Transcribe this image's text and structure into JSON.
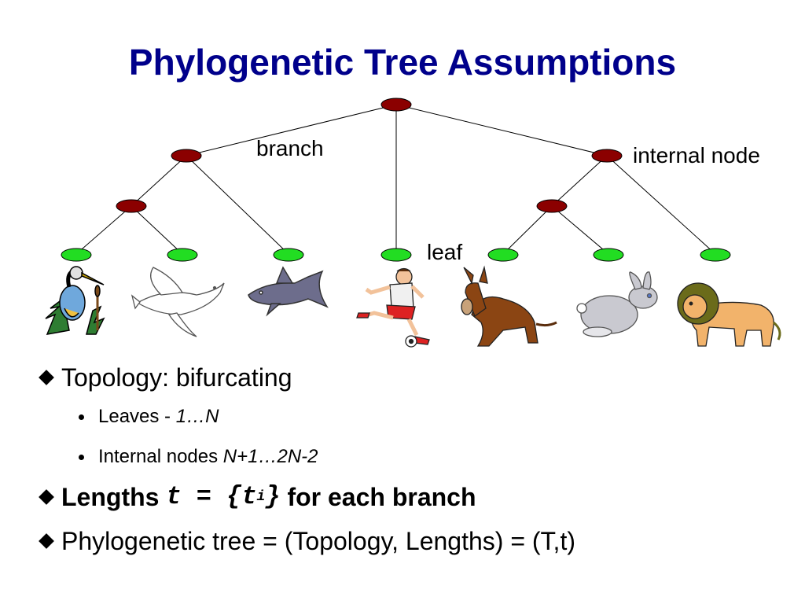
{
  "slide": {
    "title": "Phylogenetic Tree Assumptions"
  },
  "diagram": {
    "labels": {
      "branch": "branch",
      "internal_node": "internal node",
      "leaf": "leaf"
    },
    "colors": {
      "internal_node": "#8b0000",
      "leaf": "#22dd22",
      "title": "#00008b"
    },
    "leaves": [
      {
        "name": "heron",
        "icon": "heron-icon"
      },
      {
        "name": "dove",
        "icon": "dove-icon"
      },
      {
        "name": "shark",
        "icon": "shark-icon"
      },
      {
        "name": "soccer-player",
        "icon": "soccer-player-icon"
      },
      {
        "name": "donkey",
        "icon": "donkey-icon"
      },
      {
        "name": "rabbit",
        "icon": "rabbit-icon"
      },
      {
        "name": "lion",
        "icon": "lion-icon"
      }
    ]
  },
  "bullets": {
    "topology": "Topology: bifurcating",
    "leaves_prefix": "Leaves - ",
    "leaves_range": "1…N",
    "internal_prefix": "Internal nodes ",
    "internal_range": "N+1…2N-2",
    "lengths_prefix": "Lengths ",
    "lengths_expr": "t = {t",
    "lengths_sub": "i",
    "lengths_close": "}",
    "lengths_suffix": " for each branch",
    "phylo": "Phylogenetic tree = (Topology, Lengths) = (T,t)"
  }
}
